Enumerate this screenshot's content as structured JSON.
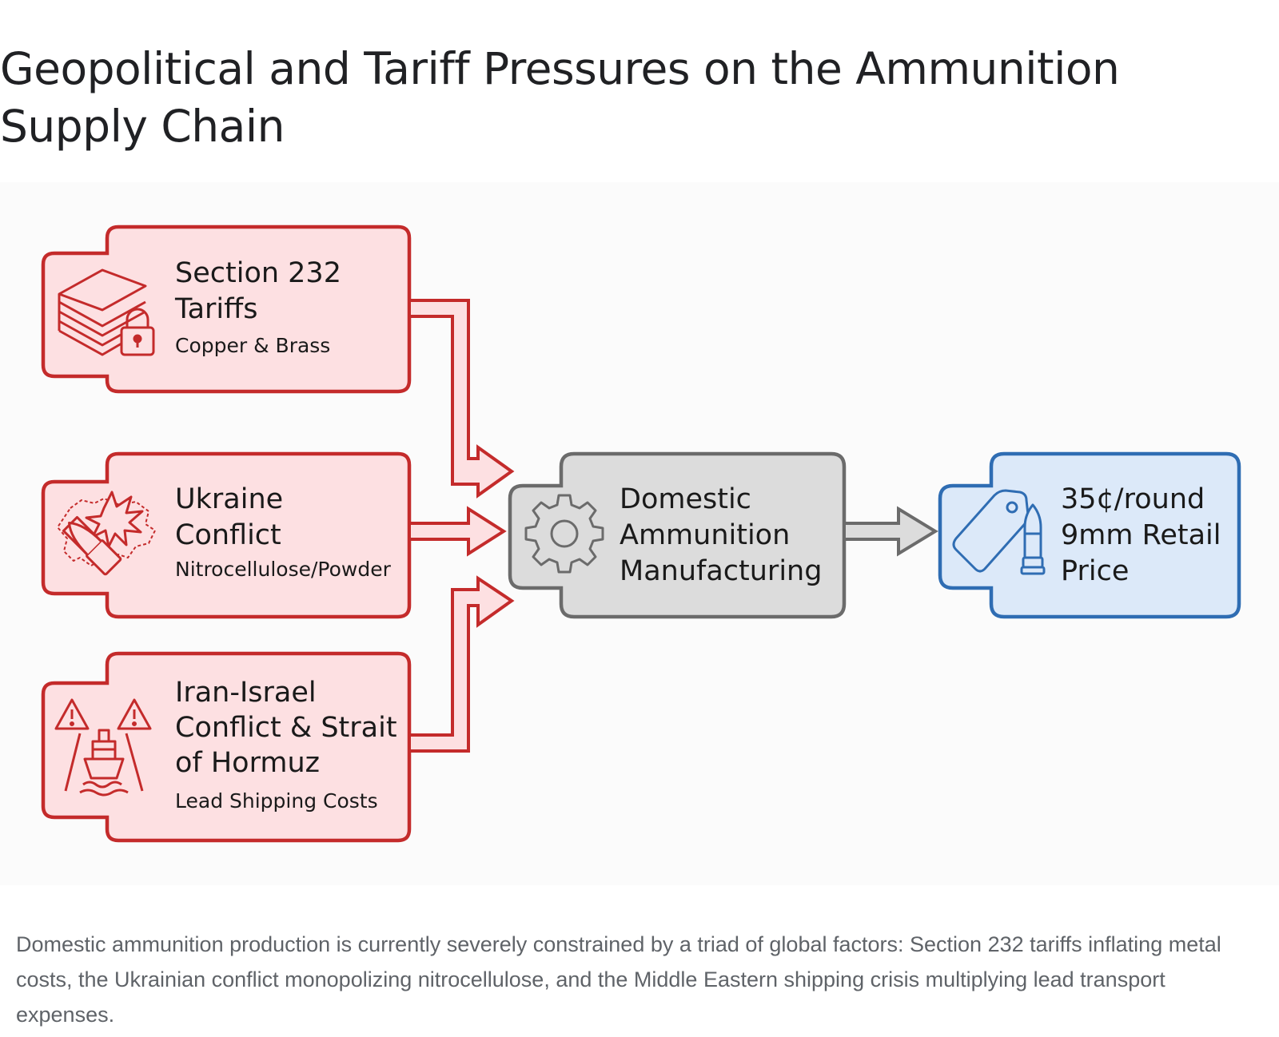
{
  "title": "Geopolitical and Tariff Pressures on the Ammunition Supply Chain",
  "nodes": {
    "tariffs": {
      "title_lines": [
        "Section 232",
        "Tariffs"
      ],
      "subtitle": "Copper & Brass",
      "icon": "metal-bars-lock-icon"
    },
    "ukraine": {
      "title_lines": [
        "Ukraine",
        "Conflict"
      ],
      "subtitle": "Nitrocellulose/Powder",
      "icon": "explosion-bullet-icon"
    },
    "iran": {
      "title_lines": [
        "Iran-Israel",
        "Conflict & Strait",
        "of Hormuz"
      ],
      "subtitle": "Lead Shipping Costs",
      "icon": "cargo-ship-warning-icon"
    },
    "manufacturing": {
      "title_lines": [
        "Domestic",
        "Ammunition",
        "Manufacturing"
      ],
      "icon": "gear-icon"
    },
    "price": {
      "title_lines": [
        "35¢/round",
        "9mm Retail",
        "Price"
      ],
      "icon": "price-tag-bullet-icon"
    }
  },
  "colors": {
    "red_stroke": "#c42b2b",
    "red_fill": "#fde0e2",
    "gray_stroke": "#6b6b6b",
    "gray_fill": "#dcdcdc",
    "blue_stroke": "#2f6db3",
    "blue_fill": "#dce9f9"
  },
  "caption": "Domestic ammunition production is currently severely constrained by a triad of global factors: Section 232 tariffs inflating metal costs, the Ukrainian conflict monopolizing nitrocellulose, and the Middle Eastern shipping crisis multiplying lead transport expenses."
}
